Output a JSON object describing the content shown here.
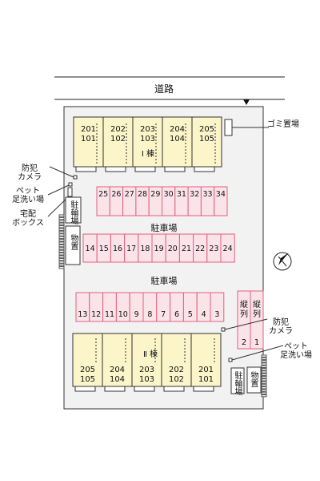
{
  "road": {
    "label": "道路"
  },
  "building1": {
    "label": "Ⅰ 棟",
    "units": [
      {
        "top": "201",
        "bottom": "101"
      },
      {
        "top": "202",
        "bottom": "102"
      },
      {
        "top": "203",
        "bottom": "103"
      },
      {
        "top": "204",
        "bottom": "104"
      },
      {
        "top": "205",
        "bottom": "105"
      }
    ]
  },
  "building2": {
    "label": "Ⅱ 棟",
    "units": [
      {
        "top": "205",
        "bottom": "105"
      },
      {
        "top": "204",
        "bottom": "104"
      },
      {
        "top": "203",
        "bottom": "103"
      },
      {
        "top": "202",
        "bottom": "102"
      },
      {
        "top": "201",
        "bottom": "101"
      }
    ]
  },
  "parking": {
    "label": "駐車場",
    "row_top": [
      "25",
      "26",
      "27",
      "28",
      "29",
      "30",
      "31",
      "32",
      "33",
      "34"
    ],
    "row_middle": [
      "14",
      "15",
      "16",
      "17",
      "18",
      "19",
      "20",
      "21",
      "22",
      "23",
      "24"
    ],
    "row_bottom": [
      "13",
      "12",
      "11",
      "10",
      "9",
      "8",
      "7",
      "6",
      "5",
      "4",
      "3"
    ],
    "tandem": [
      {
        "label": "縦列",
        "number": "2"
      },
      {
        "label": "縦列",
        "number": "1"
      }
    ]
  },
  "facilities": {
    "garbage": "ゴミ置場",
    "camera_left": "防犯\nカメラ",
    "pet_wash_left": "ペット\n足洗い場",
    "delivery_box": "宅配\nボックス",
    "bike_left": "駐輪場",
    "storage_left": "物置",
    "camera_right": "防犯\nカメラ",
    "pet_wash_right": "ペット\n足洗い場",
    "bike_right": "駐輪場",
    "storage_right": "物置"
  },
  "colors": {
    "parking_fill": "#fbe3ea",
    "parking_stroke": "#e0607e",
    "unit_fill": "#fbf5c9",
    "site_fill": "#f2f2f2"
  }
}
